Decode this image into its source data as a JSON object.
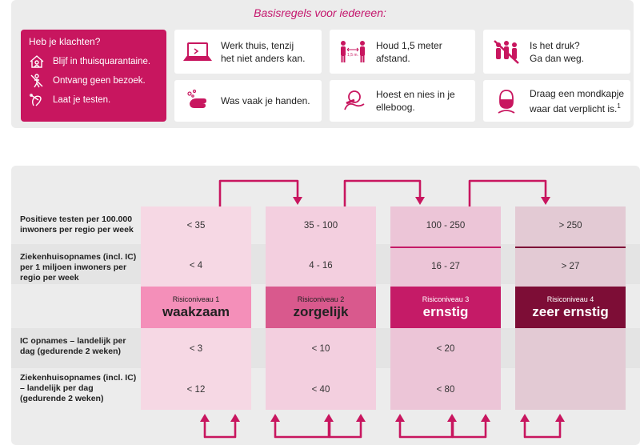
{
  "top": {
    "title": "Basisregels voor iedereen:",
    "complaints": {
      "heading": "Heb je klachten?",
      "items": [
        {
          "icon": "house-quarantine-icon",
          "label": "Blijf in thuisquarantaine."
        },
        {
          "icon": "no-visitors-icon",
          "label": "Ontvang geen bezoek."
        },
        {
          "icon": "test-swab-icon",
          "label": "Laat je testen."
        }
      ]
    },
    "cards": [
      {
        "icon": "laptop-home-icon",
        "text": "Werk thuis, tenzij\nhet niet anders kan."
      },
      {
        "icon": "distance-icon",
        "text": "Houd 1,5 meter\nafstand.",
        "icon_label": "1,5 m."
      },
      {
        "icon": "crowd-icon",
        "text": "Is het druk?\nGa dan weg."
      },
      {
        "icon": "hand-wash-icon",
        "text": "Was vaak je handen."
      },
      {
        "icon": "cough-elbow-icon",
        "text": "Hoest en nies in je\nelleboog."
      },
      {
        "icon": "face-mask-icon",
        "text": "Draag een mondkapje\nwaar dat verplicht is.",
        "footnote": "1"
      }
    ]
  },
  "table": {
    "row_labels": [
      "Positieve testen per 100.000\ninwoners per regio per week",
      "Ziekenhuisopnames (incl. IC)\nper 1 miljoen inwoners per\nregio per week",
      "",
      "IC opnames – landelijk per\ndag (gedurende 2 weken)",
      "Ziekenhuisopnames (incl. IC)\n– landelijk per dag\n(gedurende 2 weken)"
    ],
    "columns": [
      {
        "level_sub": "Risiconiveau 1",
        "level_name": "waakzaam",
        "color": "#f48fb9",
        "light": "#f6d8e4",
        "values": [
          "< 35",
          "< 4",
          "< 3",
          "< 12"
        ]
      },
      {
        "level_sub": "Risiconiveau 2",
        "level_name": "zorgelijk",
        "color": "#d9598d",
        "light": "#f3cfdf",
        "values": [
          "35 - 100",
          "4 - 16",
          "< 10",
          "< 40"
        ]
      },
      {
        "level_sub": "Risiconiveau 3",
        "level_name": "ernstig",
        "color": "#c51b67",
        "light": "#ecc5d7",
        "values": [
          "100 - 250",
          "16 - 27",
          "< 20",
          "< 80"
        ]
      },
      {
        "level_sub": "Risiconiveau 4",
        "level_name": "zeer ernstig",
        "color": "#7d0d36",
        "light": "#e3cad4",
        "values": [
          "> 250",
          "> 27",
          "",
          ""
        ]
      }
    ]
  },
  "colors": {
    "accent": "#c8165f",
    "panel": "#ececec"
  }
}
